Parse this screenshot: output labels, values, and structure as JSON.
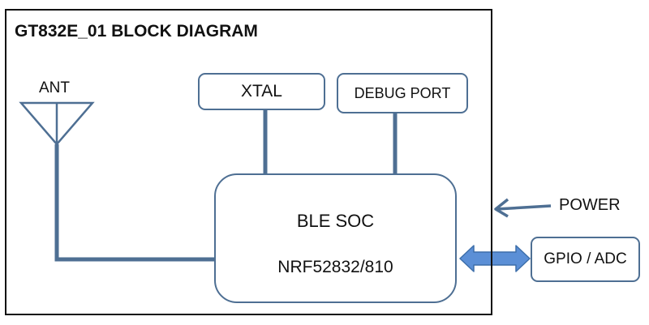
{
  "title": "GT832E_01 BLOCK DIAGRAM",
  "colors": {
    "line": "#4e6f93",
    "arrow_fill": "#5b8fd6",
    "frame": "#111111",
    "text": "#111111"
  },
  "antenna": {
    "label": "ANT",
    "icon": "antenna-icon"
  },
  "blocks": {
    "xtal": "XTAL",
    "debug_port": "DEBUG PORT",
    "soc_name": "BLE SOC",
    "soc_part": "NRF52832/810",
    "gpio_adc": "GPIO / ADC"
  },
  "power": {
    "label": "POWER",
    "icon": "arrow-left-icon"
  },
  "bidirectional_arrow": {
    "icon": "double-arrow-icon"
  }
}
